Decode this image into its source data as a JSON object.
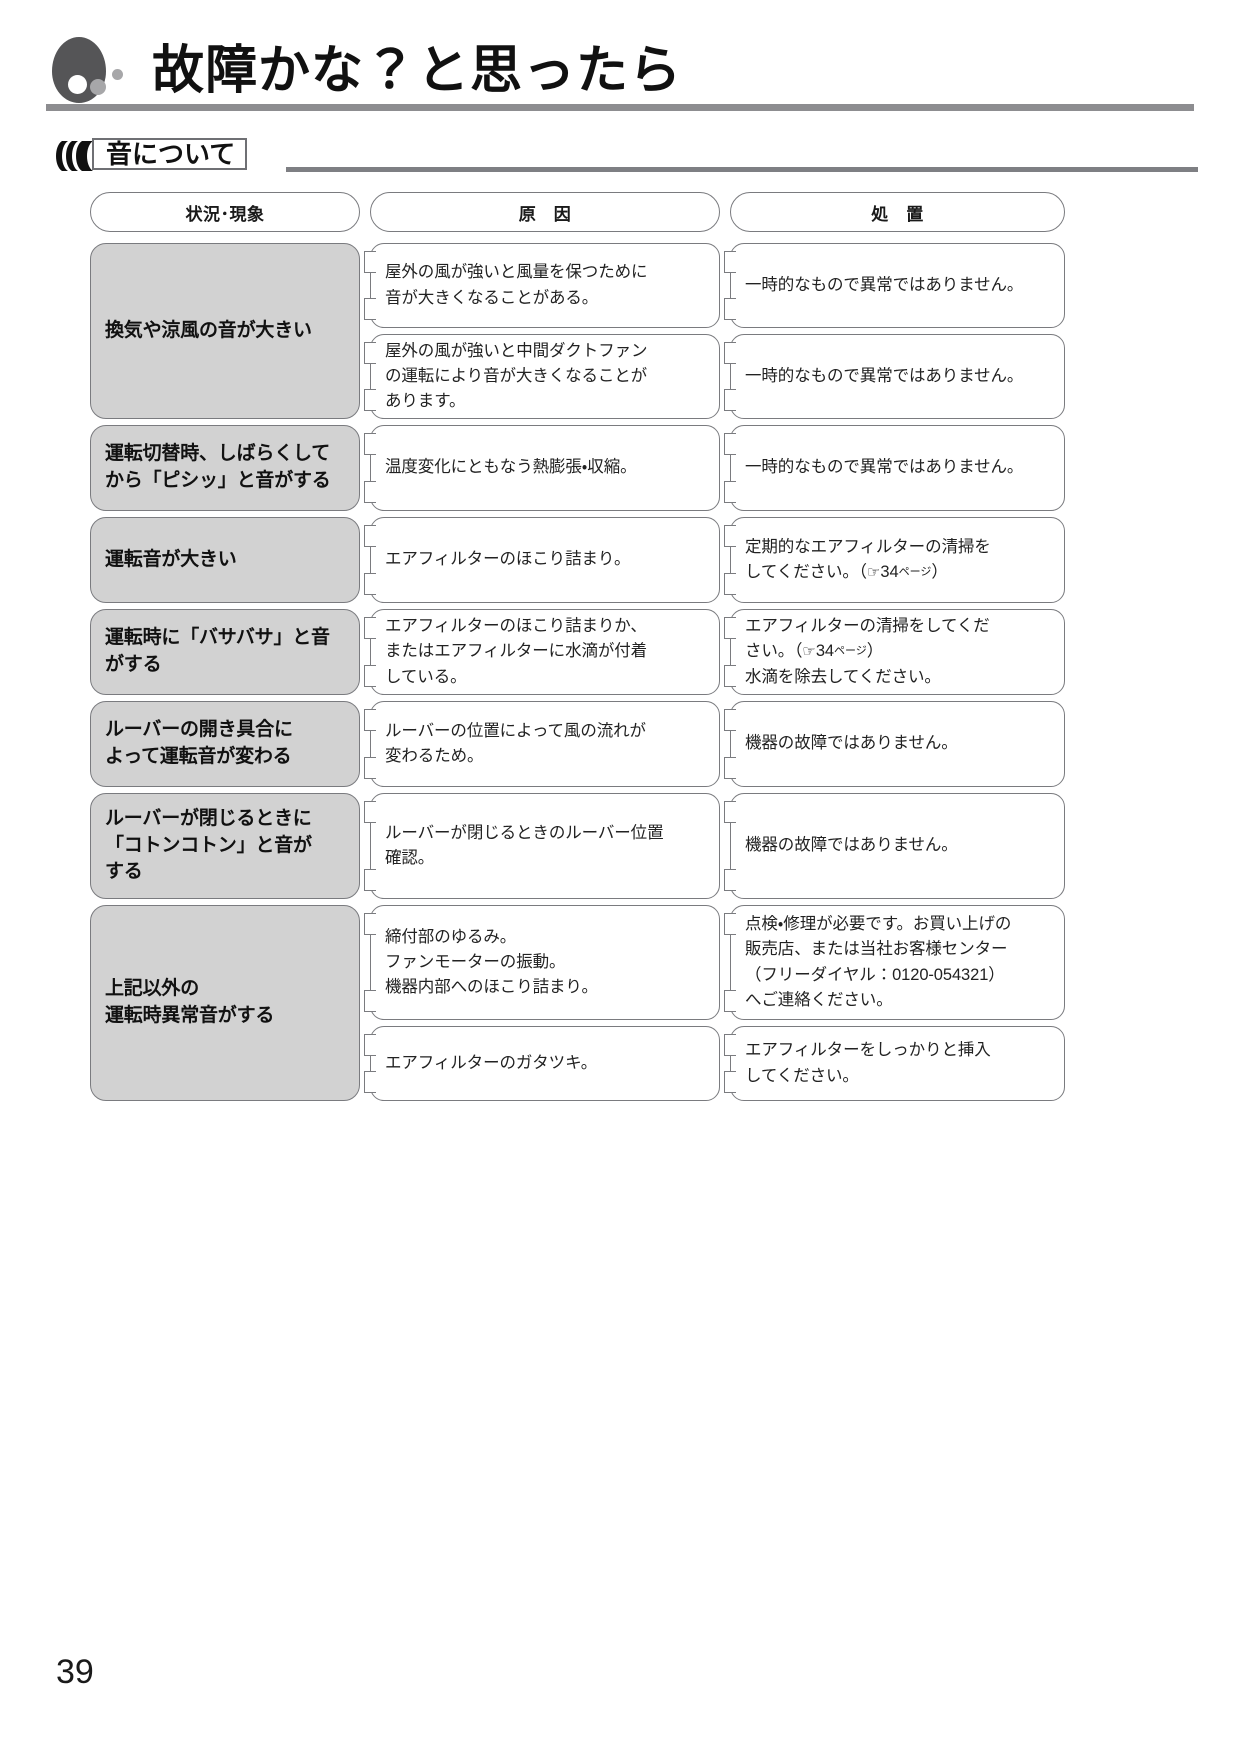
{
  "header": {
    "title": "故障かな？と思ったら",
    "logo_icon": "three-dots-circle-logo"
  },
  "section": {
    "icon": "sound-wave-icon",
    "title": "音について"
  },
  "table": {
    "columns": [
      {
        "key": "symptom",
        "label": "状況･現象"
      },
      {
        "key": "cause",
        "label": "原　因"
      },
      {
        "key": "action",
        "label": "処　置"
      }
    ],
    "rows": [
      {
        "symptom": "換気や涼風の音が大きい",
        "symptom_height": 176,
        "entries": [
          {
            "cause": "屋外の風が強いと風量を保つために\n音が大きくなることがある。",
            "action": "一時的なもので異常ではありません。",
            "height": 85
          },
          {
            "cause": "屋外の風が強いと中間ダクトファン\nの運転により音が大きくなることが\nあります。",
            "action": "一時的なもので異常ではありません。",
            "height": 85
          }
        ]
      },
      {
        "symptom": "運転切替時、しばらくして\nから「ピシッ」と音がする",
        "symptom_height": 86,
        "entries": [
          {
            "cause": "温度変化にともなう熱膨張・収縮。",
            "action": "一時的なもので異常ではありません。",
            "height": 86
          }
        ]
      },
      {
        "symptom": "運転音が大きい",
        "symptom_height": 86,
        "entries": [
          {
            "cause": "エアフィルターのほこり詰まり。",
            "action": "定期的なエアフィルターの清掃を\nしてください。（☞34ページ）",
            "height": 86
          }
        ]
      },
      {
        "symptom": "運転時に「バサバサ」と音\nがする",
        "symptom_height": 86,
        "entries": [
          {
            "cause": "エアフィルターのほこり詰まりか、\nまたはエアフィルターに水滴が付着\nしている。",
            "action": "エアフィルターの清掃をしてくだ\nさい。（☞34ページ）\n水滴を除去してください。",
            "height": 86
          }
        ]
      },
      {
        "symptom": "ルーバーの開き具合に\nよって運転音が変わる",
        "symptom_height": 86,
        "entries": [
          {
            "cause": "ルーバーの位置によって風の流れが\n変わるため。",
            "action": "機器の故障ではありません。",
            "height": 86
          }
        ]
      },
      {
        "symptom": "ルーバーが閉じるときに\n「コトンコトン」と音が\nする",
        "symptom_height": 106,
        "entries": [
          {
            "cause": "ルーバーが閉じるときのルーバー位置\n確認。",
            "action": "機器の故障ではありません。",
            "height": 106
          }
        ]
      },
      {
        "symptom": "上記以外の\n運転時異常音がする",
        "symptom_height": 196,
        "entries": [
          {
            "cause": "締付部のゆるみ。\nファンモーターの振動。\n機器内部へのほこり詰まり。",
            "action": "点検・修理が必要です。お買い上げの\n販売店、または当社お客様センター\n（フリーダイヤル：0120-054321）\nへご連絡ください。",
            "height": 115
          },
          {
            "cause": "エアフィルターのガタツキ。",
            "action": "エアフィルターをしっかりと挿入\nしてください。",
            "height": 75
          }
        ]
      }
    ]
  },
  "footer": {
    "page_number": "39"
  }
}
